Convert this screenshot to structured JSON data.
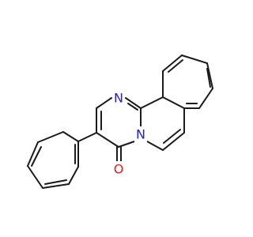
{
  "colors": {
    "background": "#ffffff",
    "bond": "#1a1a1a",
    "nitrogen": "#2020d8",
    "oxygen": "#e02020"
  },
  "atoms": {
    "n_top": {
      "label": "N",
      "element": "nitrogen"
    },
    "n_bridge": {
      "label": "N",
      "element": "nitrogen"
    },
    "o_carbonyl": {
      "label": "O",
      "element": "oxygen"
    }
  }
}
